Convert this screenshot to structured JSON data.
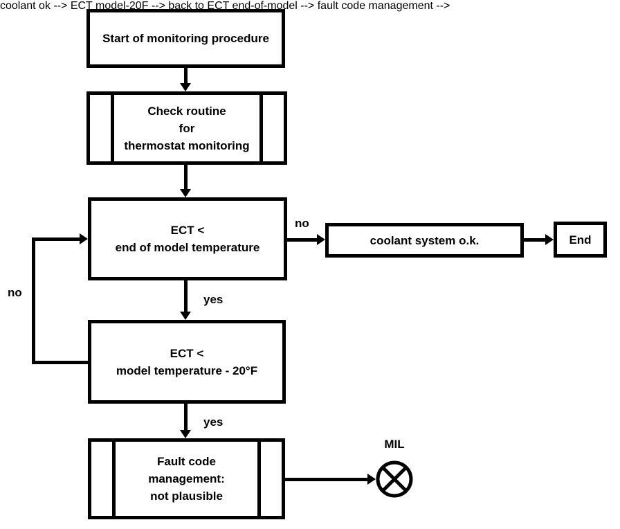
{
  "diagram": {
    "background_color": "#ffffff",
    "line_color": "#000000",
    "nodes": {
      "start": {
        "shape": "process",
        "label": "Start of monitoring procedure"
      },
      "check_routine": {
        "shape": "predefined-process",
        "label": "Check routine\nfor\nthermostat monitoring"
      },
      "ect_end_of_model": {
        "shape": "decision-process",
        "label": "ECT <\nend of model temperature"
      },
      "coolant_ok": {
        "shape": "process",
        "label": "coolant system o.k."
      },
      "end": {
        "shape": "terminator",
        "label": "End"
      },
      "ect_model_minus_20": {
        "shape": "decision-process",
        "label": "ECT <\nmodel temperature - 20°F"
      },
      "fault_code": {
        "shape": "predefined-process",
        "label": "Fault code\nmanagement:\nnot plausible"
      },
      "mil_lamp": {
        "shape": "indicator-lamp",
        "label": "MIL"
      }
    },
    "edge_labels": {
      "ect_end_no": "no",
      "ect_end_yes": "yes",
      "ect_model_yes": "yes",
      "ect_model_no": "no"
    }
  }
}
